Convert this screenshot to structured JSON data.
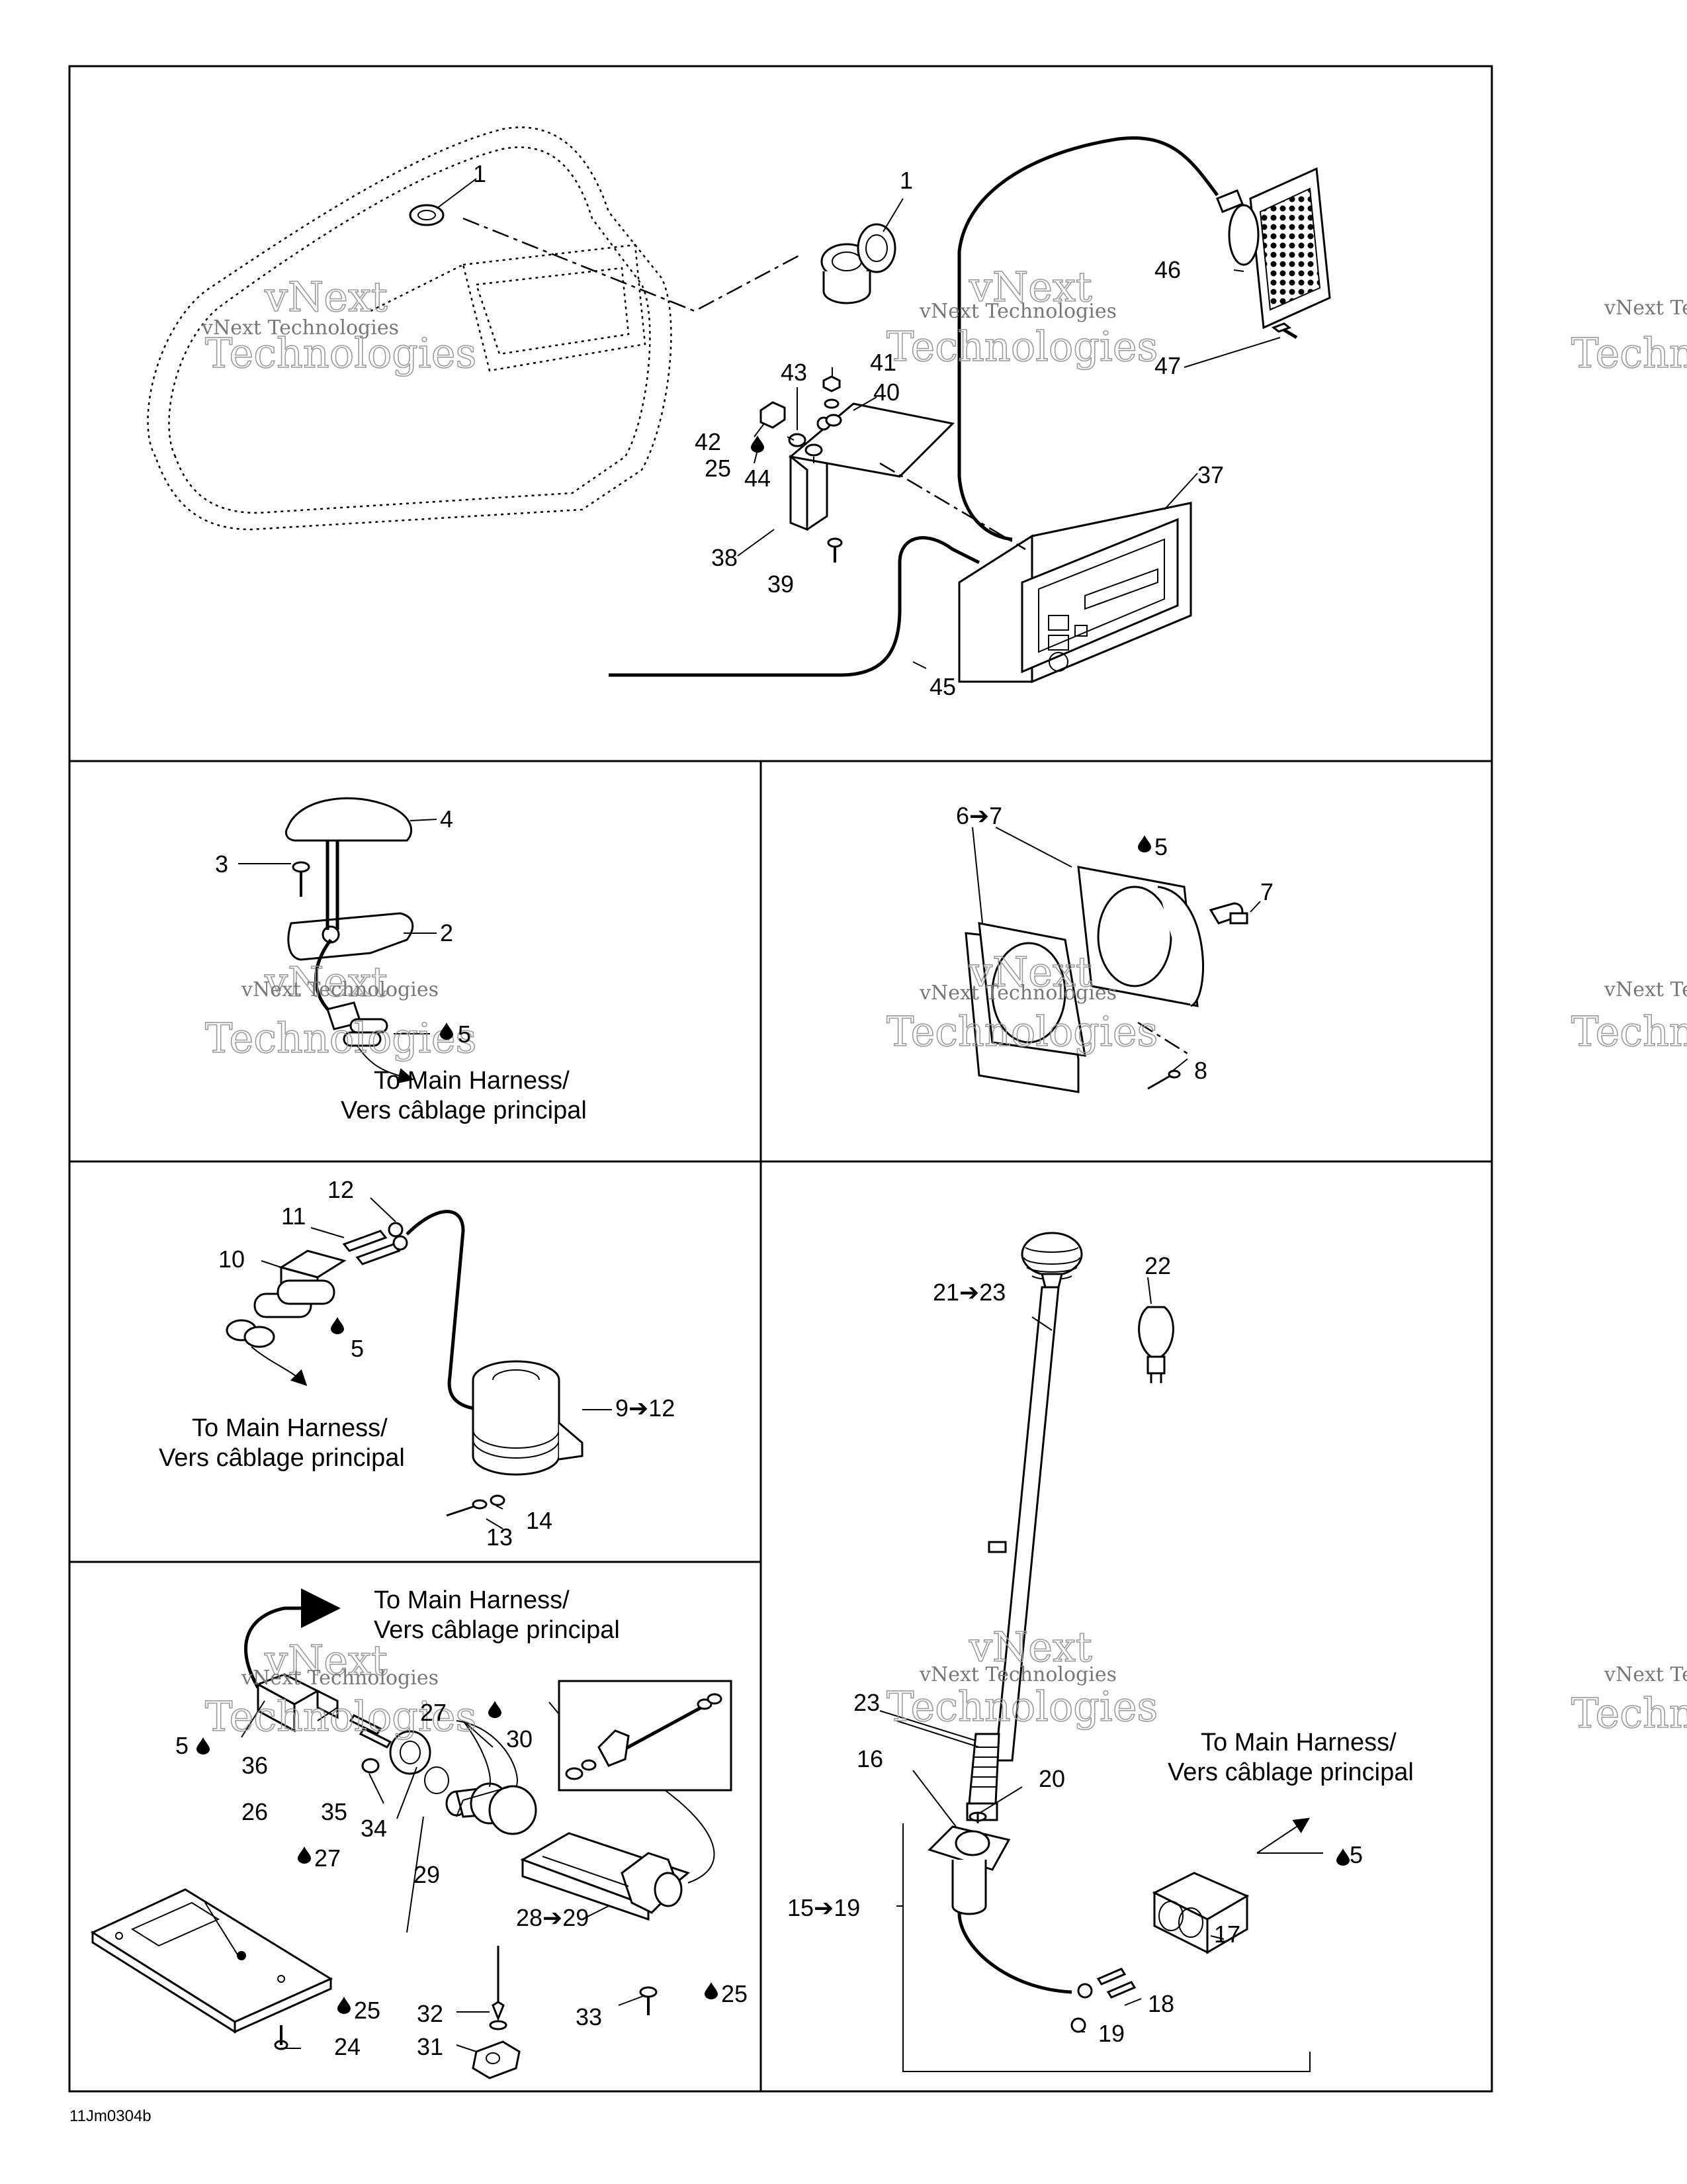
{
  "watermark": {
    "line1": "vNext",
    "line2": "vNext Technologies",
    "line3": "Technologies",
    "edge_line1": "vNext Te",
    "edge_line2": "Techn"
  },
  "drawing_code": "11Jm0304b",
  "notes": {
    "to_main_en": "To Main Harness/",
    "to_main_fr": "Vers câblage principal"
  },
  "callouts": {
    "c1a": "1",
    "c1b": "1",
    "c2": "2",
    "c3": "3",
    "c4": "4",
    "c5a": "5",
    "c5b": "5",
    "c5c": "5",
    "c5d": "5",
    "c5e": "5",
    "c6_7": "6➔7",
    "c7": "7",
    "c8": "8",
    "c9_12": "9➔12",
    "c10": "10",
    "c11": "11",
    "c12": "12",
    "c13": "13",
    "c14": "14",
    "c15_19": "15➔19",
    "c16": "16",
    "c17": "17",
    "c18": "18",
    "c19": "19",
    "c20": "20",
    "c21_23": "21➔23",
    "c22": "22",
    "c23": "23",
    "c24": "24",
    "c25a": "25",
    "c25b": "25",
    "c25c": "25",
    "c26": "26",
    "c27a": "27",
    "c27b": "27",
    "c28_29": "28➔29",
    "c29": "29",
    "c30": "30",
    "c31": "31",
    "c32": "32",
    "c33": "33",
    "c34": "34",
    "c35": "35",
    "c36": "36",
    "c37": "37",
    "c38": "38",
    "c39": "39",
    "c40": "40",
    "c41": "41",
    "c42": "42",
    "c43": "43",
    "c44": "44",
    "c45": "45",
    "c46": "46",
    "c47": "47"
  },
  "colors": {
    "ink": "#000000",
    "paper": "#ffffff",
    "watermark": "#9a9a9a"
  }
}
